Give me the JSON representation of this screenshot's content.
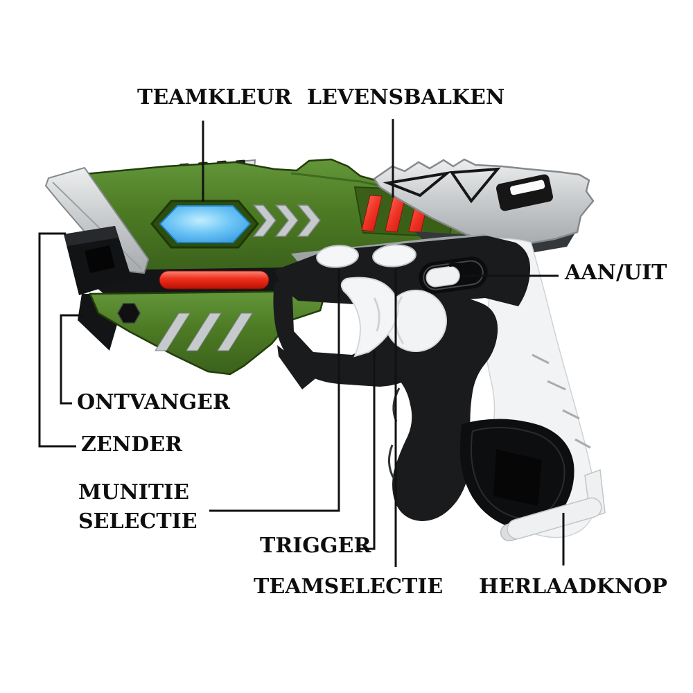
{
  "diagram": {
    "labels": {
      "teamkleur": "TEAMKLEUR",
      "levensbalken": "LEVENSBALKEN",
      "aanuit": "AAN/UIT",
      "ontvanger": "ONTVANGER",
      "zender": "ZENDER",
      "munitie_selectie": "MUNITIE\nSELECTIE",
      "trigger": "TRIGGER",
      "teamselectie": "TEAMSELECTIE",
      "herlaadknop": "HERLAADKNOP"
    },
    "colors": {
      "body_green": "#4d7b24",
      "body_green_dark": "#35591b",
      "accent_red": "#e52619",
      "team_color_blue": "#4fb6f0",
      "silver": "#c7cacc",
      "plastic_black": "#17181a",
      "plastic_white": "#f4f5f6",
      "label_text": "#0e0e0e",
      "leader_line": "#111111"
    }
  }
}
